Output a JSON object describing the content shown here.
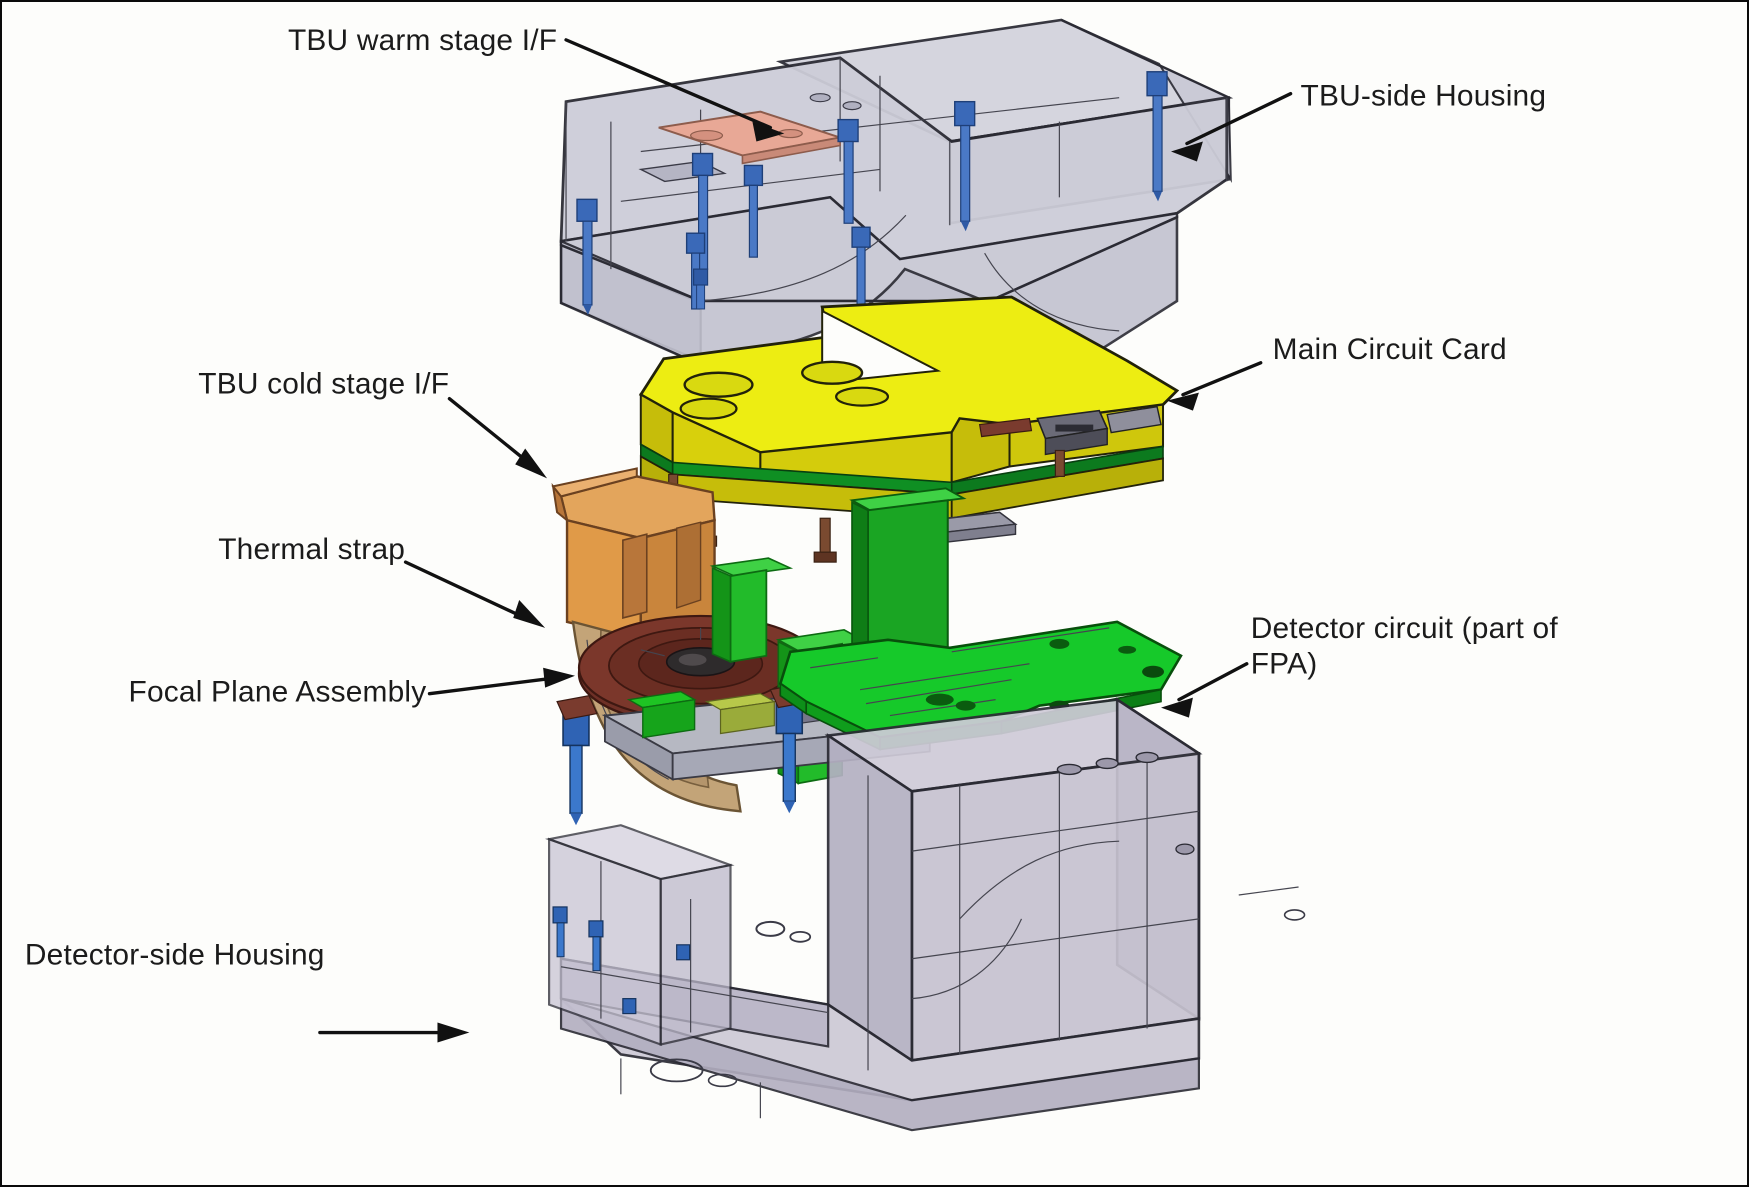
{
  "figure": {
    "kind": "exploded-assembly-cad-view",
    "background_color": "#fdfdfb",
    "border_color": "#0a0a0a"
  },
  "labels": {
    "tbu_warm_stage": "TBU warm stage I/F",
    "tbu_side_housing": "TBU-side Housing",
    "main_circuit_card": "Main Circuit Card",
    "tbu_cold_stage": "TBU cold stage I/F",
    "thermal_strap": "Thermal strap",
    "focal_plane_assembly": "Focal Plane Assembly",
    "detector_circuit_line1": "Detector circuit (part of",
    "detector_circuit_line2": "FPA)",
    "detector_side_housing": "Detector-side Housing"
  },
  "components": [
    {
      "id": "tbu-side-housing",
      "label": "TBU-side Housing",
      "color": "#c9c9d4",
      "description": "translucent gray L-shaped housing with blue fasteners"
    },
    {
      "id": "tbu-warm-stage-interface",
      "label": "TBU warm stage I/F",
      "color": "#e8a896",
      "description": "salmon pink interface pad on housing interior"
    },
    {
      "id": "main-circuit-card",
      "label": "Main Circuit Card",
      "color": "#e8e000",
      "description": "yellow notched board with three elliptical holes over a green PCB"
    },
    {
      "id": "tbu-cold-stage-interface",
      "label": "TBU cold stage I/F",
      "color": "#e09a48",
      "description": "orange tan block at top of thermal strap"
    },
    {
      "id": "thermal-strap",
      "label": "Thermal strap",
      "color": "#c3a478",
      "description": "curved tan braided strap"
    },
    {
      "id": "focal-plane-assembly",
      "label": "Focal Plane Assembly",
      "color": "#6e3026",
      "description": "dark maroon ringed disc on gray base with green posts"
    },
    {
      "id": "detector-circuit",
      "label": "Detector circuit (part of FPA)",
      "color": "#16c92a",
      "description": "bright green PCB with vertical green bracket"
    },
    {
      "id": "detector-side-housing",
      "label": "Detector-side Housing",
      "color": "#c6c2d0",
      "description": "large translucent lavender-gray housing with wireframe interior"
    }
  ],
  "colors": {
    "housing_face": "#c8c8d3",
    "housing_face_dark": "#b4b4c2",
    "housing_edge": "#2a2a33",
    "fastener_blue": "#2f63b4",
    "fastener_blue_light": "#6b9ad6",
    "warm_stage_pink": "#e8a896",
    "card_yellow_top": "#eded12",
    "card_yellow_side": "#b5ad09",
    "pcb_green_dark": "#0c7a1e",
    "pcb_green_bright": "#16c92a",
    "cold_stage_orange": "#e39a4c",
    "cold_stage_orange_dark": "#b8763a",
    "strap_tan": "#c3a478",
    "strap_tan_dark": "#9e7f57",
    "fpa_maroon": "#6e3026",
    "fpa_maroon_dark": "#55231b",
    "post_green": "#22bb2a",
    "post_green_dark": "#149418",
    "base_gray": "#a8aab4",
    "leader_black": "#111111",
    "text_black": "#1b1b1b"
  }
}
